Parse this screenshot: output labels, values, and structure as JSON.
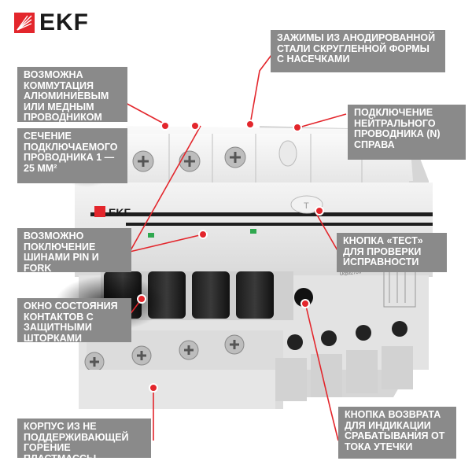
{
  "brand": {
    "logo_text": "EKF",
    "device_logo_text": "EKF"
  },
  "device": {
    "voltage_label": "Ucp≥270V"
  },
  "callouts": {
    "anodized_clamps": "Зажимы из анодированной стали скругленной формы с насечками",
    "aluminium_copper": "Возможна коммутация алюминиевым или медным проводником",
    "neutral_connection": "Подключение нейтрального проводника (N) справа",
    "cross_section": "Сечение подключаемого проводника 1 — 25 мм²",
    "busbar": "Возможно поключение шинами PIN и FORK",
    "test_button": "Кнопка «тест» для проверки исправности",
    "contact_window": "Окно состояния контактов с защитными шторками",
    "housing": "Корпус из не поддерживающей горение пластмассы",
    "reset_button": "Кнопка возврата для индикации срабатывания от тока утечки"
  },
  "colors": {
    "accent": "#e3262c",
    "callout_bg": "#8a8a8a",
    "indicator": "#2fa84f"
  }
}
